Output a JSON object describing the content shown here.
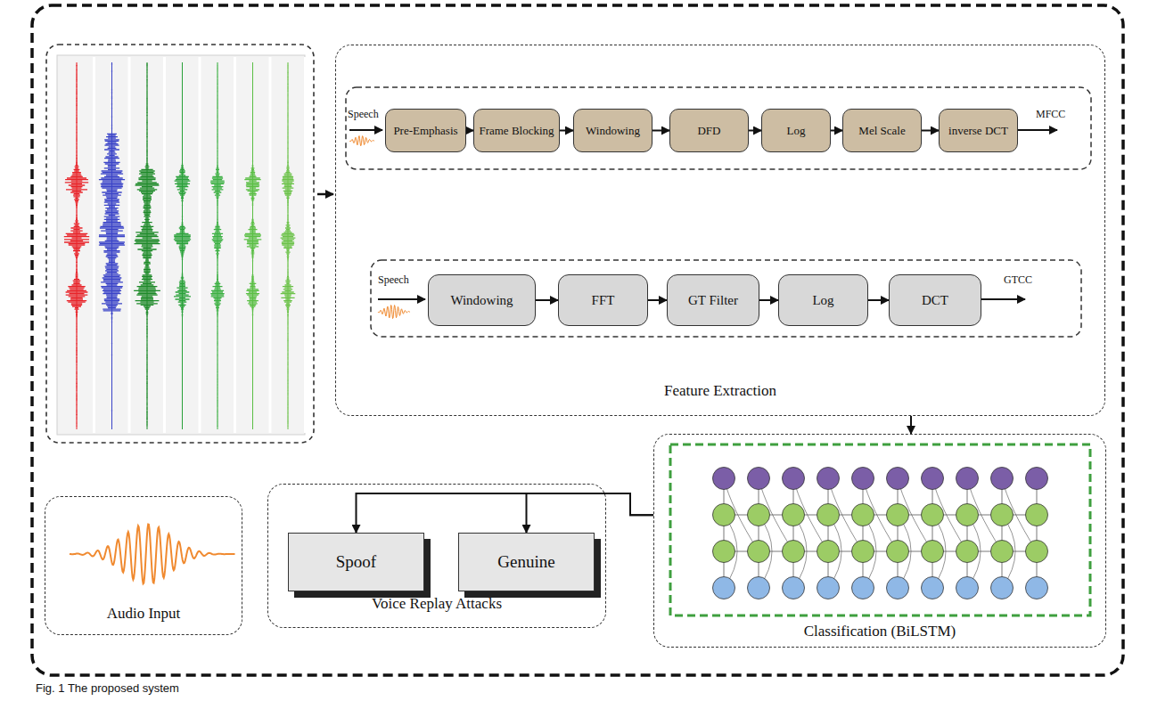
{
  "diagram": {
    "caption": "Fig. 1 The proposed system",
    "nodes": [
      {
        "text": [
          "Feature Extraction"
        ]
      },
      {
        "text": [
          "Pre-Emphasis"
        ],
        "in": 0
      },
      {
        "text": [
          "Frame Blocking"
        ],
        "in": 0
      },
      {
        "text": [
          "Windowing"
        ],
        "in": 0
      },
      {
        "text": [
          "DFD"
        ],
        "in": 0
      },
      {
        "text": [
          "Log"
        ],
        "in": 0
      },
      {
        "text": [
          "Mel Scale"
        ],
        "in": 0
      },
      {
        "text": [
          "inverse DCT"
        ],
        "in": 0
      },
      {
        "text": [
          "Windowing"
        ],
        "in": 0
      },
      {
        "text": [
          "FFT"
        ],
        "in": 0
      },
      {
        "text": [
          "GT Filter"
        ],
        "in": 0
      },
      {
        "text": [
          "Log"
        ],
        "in": 0
      },
      {
        "text": [
          "DCT"
        ],
        "in": 0
      },
      {
        "text": [
          "Classification (BiLSTM)"
        ]
      },
      {
        "text": [
          "Voice Replay Attacks"
        ]
      },
      {
        "text": [
          "Spoof"
        ],
        "in": 14
      },
      {
        "text": [
          "Genuine"
        ],
        "in": 14
      },
      {
        "text": [
          "Audio Input"
        ]
      }
    ],
    "edges": [
      {
        "from": 1,
        "to": 2,
        "arrow": "to"
      },
      {
        "from": 2,
        "to": 3,
        "arrow": "to"
      },
      {
        "from": 3,
        "to": 4,
        "arrow": "to"
      },
      {
        "from": 4,
        "to": 5,
        "arrow": "to"
      },
      {
        "from": 5,
        "to": 6,
        "arrow": "to"
      },
      {
        "from": 6,
        "to": 7,
        "arrow": "to"
      },
      {
        "from": 8,
        "to": 9,
        "arrow": "to"
      },
      {
        "from": 9,
        "to": 10,
        "arrow": "to"
      },
      {
        "from": 10,
        "to": 11,
        "arrow": "to"
      },
      {
        "from": 11,
        "to": 12,
        "arrow": "to"
      },
      {
        "from": 0,
        "to": 13,
        "arrow": "to"
      },
      {
        "from": 13,
        "to": 15,
        "arrow": "to"
      },
      {
        "from": 13,
        "to": 16,
        "arrow": "to"
      }
    ],
    "labels": [
      "Speech",
      "MFCC",
      "Speech",
      "GTCC"
    ]
  }
}
